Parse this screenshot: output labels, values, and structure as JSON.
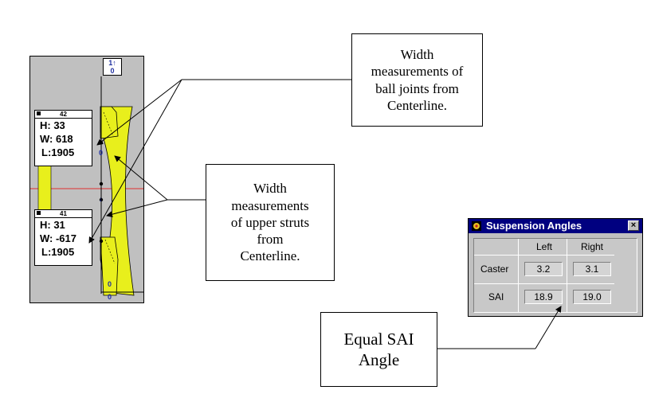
{
  "callouts": {
    "ball_joints": [
      "Width",
      "measurements of",
      "ball joints from",
      "Centerline."
    ],
    "upper_struts": [
      "Width",
      "measurements",
      "of upper struts",
      "from",
      "Centerline."
    ],
    "sai": [
      "Equal SAI",
      "Angle"
    ]
  },
  "diagram": {
    "rear_marker": {
      "top": "1↑",
      "bottom": "0"
    },
    "top_wheel": {
      "header": "42",
      "h": "H:   33",
      "w": "W:  618",
      "l": "L:1905",
      "tag": "0"
    },
    "bottom_wheel": {
      "header": "41",
      "h": "H:   31",
      "w": "W: -617",
      "l": "L:1905",
      "tag": "0"
    },
    "axis_tags": [
      "0",
      "0"
    ],
    "colors": {
      "wheel": "#e8ef1c",
      "panel": "#c0c0c0",
      "centerline": "#e03030",
      "marker": "#2030a0"
    }
  },
  "window": {
    "title": "Suspension Angles",
    "close_label": "×",
    "app_icon": "suspension-app-icon",
    "col_headers": [
      "Left",
      "Right"
    ],
    "rows": [
      {
        "label": "Caster",
        "left": "3.2",
        "right": "3.1"
      },
      {
        "label": "SAI",
        "left": "18.9",
        "right": "19.0"
      }
    ],
    "title_color": "#000080"
  }
}
